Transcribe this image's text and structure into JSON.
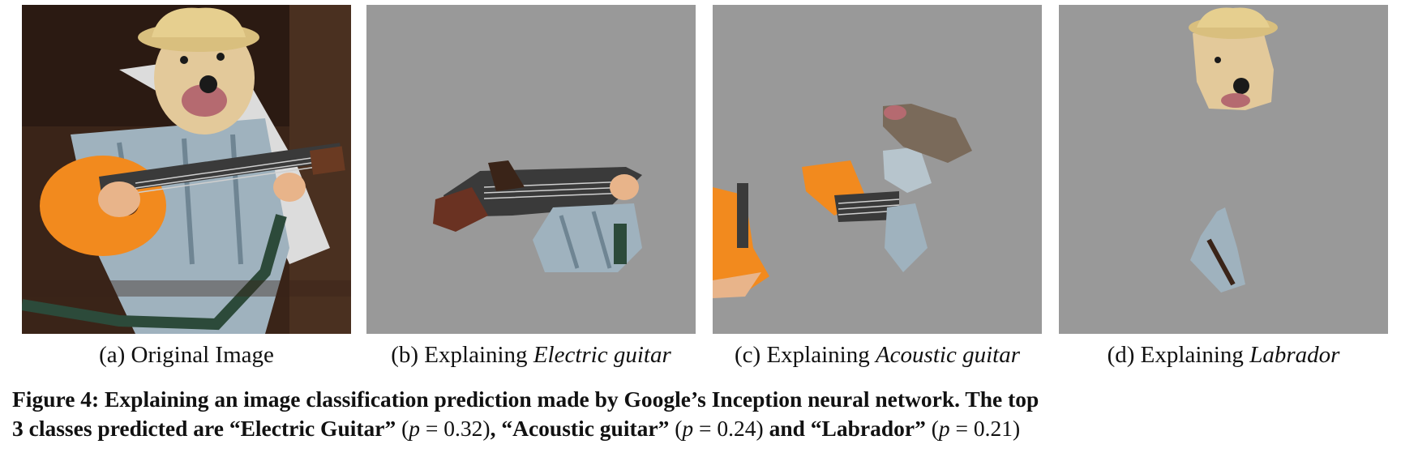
{
  "figure": {
    "subcaptions": {
      "a": {
        "prefix": "(a) Original Image",
        "italic": ""
      },
      "b": {
        "prefix": "(b) Explaining ",
        "italic": "Electric guitar"
      },
      "c": {
        "prefix": "(c) Explaining ",
        "italic": "Acoustic guitar"
      },
      "d": {
        "prefix": "(d) Explaining ",
        "italic": "Labrador"
      }
    },
    "caption": {
      "line1": "Figure 4: Explaining an image classification prediction made by Google’s Inception neural network. The top",
      "line2_start": "3 classes predicted are “Electric Guitar”",
      "p1_var": "p",
      "p1_val": " = 0.32)",
      "mid1": ", “Acoustic guitar”",
      "p2_var": "p",
      "p2_val": " = 0.24)",
      "mid2": " and “Labrador”",
      "p3_var": "p",
      "p3_val": " = 0.21)"
    },
    "colors": {
      "mask_gray": "#999999",
      "guitar_orange": "#f28a1e",
      "shirt_blue": "#9fb2be",
      "dog_fur": "#e3c99a",
      "hat_straw": "#e6cf8f",
      "background_dark": "#3a2418"
    },
    "panels": [
      {
        "id": "a",
        "content": "original-photo"
      },
      {
        "id": "b",
        "content": "superpixel-explanation-electric-guitar"
      },
      {
        "id": "c",
        "content": "superpixel-explanation-acoustic-guitar"
      },
      {
        "id": "d",
        "content": "superpixel-explanation-labrador"
      }
    ]
  }
}
